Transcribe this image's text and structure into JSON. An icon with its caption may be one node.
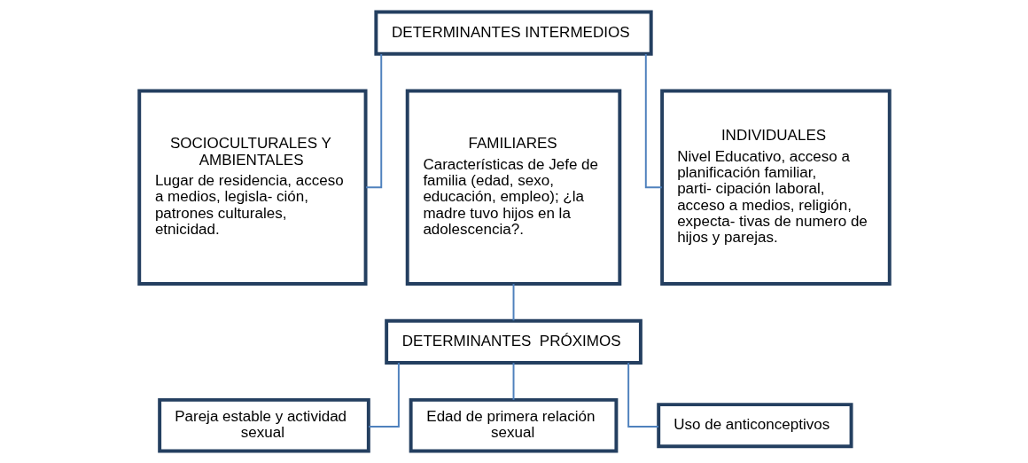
{
  "diagram": {
    "nodes": [
      {
        "text": [
          "DETERMINANTES INTERMEDIOS"
        ]
      },
      {
        "text": [
          "SOCIOCULTURALES Y AMBIENTALES",
          "Lugar de residencia, acceso a medios, legisla- ción, patrones culturales, etnicidad."
        ]
      },
      {
        "text": [
          "FAMILIARES",
          "Características de Jefe de familia (edad, sexo, educación, empleo); ¿la madre tuvo hijos en la adolescencia?."
        ]
      },
      {
        "text": [
          "INDIVIDUALES",
          "Nivel Educativo, acceso a planificación familiar, parti- cipación laboral, acceso a medios, religión, expecta- tivas de numero de hijos y parejas."
        ]
      },
      {
        "text": [
          "DETERMINANTES  PRÓXIMOS"
        ]
      },
      {
        "text": [
          "Pareja estable y actividad sexual"
        ]
      },
      {
        "text": [
          "Edad de primera relación sexual"
        ]
      },
      {
        "text": [
          "Uso de anticonceptivos"
        ]
      }
    ],
    "edges": [
      {
        "from": 0,
        "to": 1,
        "arrow": "none"
      },
      {
        "from": 0,
        "to": 3,
        "arrow": "none"
      },
      {
        "from": 2,
        "to": 4,
        "arrow": "none"
      },
      {
        "from": 4,
        "to": 5,
        "arrow": "none"
      },
      {
        "from": 4,
        "to": 6,
        "arrow": "none"
      },
      {
        "from": 4,
        "to": 7,
        "arrow": "none"
      }
    ]
  }
}
